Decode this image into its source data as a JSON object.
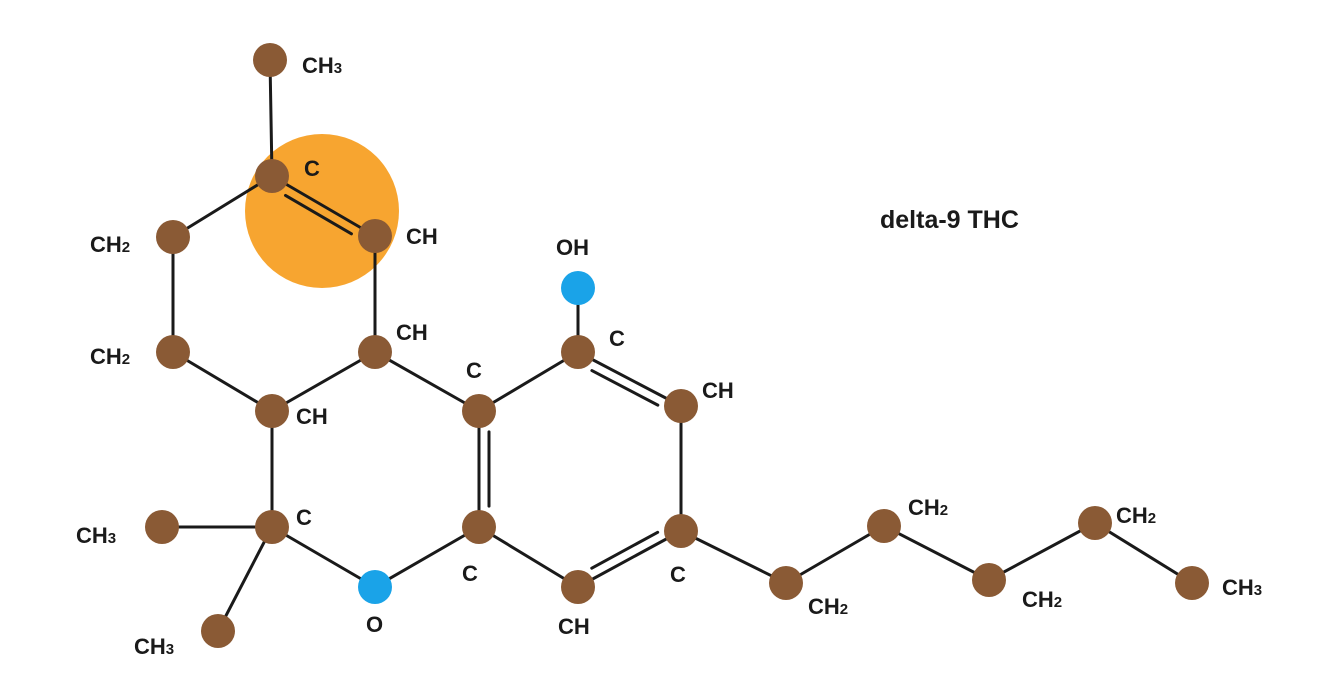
{
  "title": "delta-9 THC",
  "colors": {
    "carbon": "#8a5a35",
    "oxygen": "#1aa3e8",
    "highlight": "#f7a530",
    "bond": "#1a1a1a",
    "text": "#1a1a1a"
  },
  "atoms": [
    {
      "id": "a1",
      "element": "C",
      "label": "CH",
      "sub": "3"
    },
    {
      "id": "a2",
      "element": "C",
      "label": "C",
      "sub": ""
    },
    {
      "id": "a3",
      "element": "C",
      "label": "CH",
      "sub": ""
    },
    {
      "id": "a4",
      "element": "C",
      "label": "CH",
      "sub": "2"
    },
    {
      "id": "a5",
      "element": "C",
      "label": "CH",
      "sub": "2"
    },
    {
      "id": "a6",
      "element": "C",
      "label": "CH",
      "sub": ""
    },
    {
      "id": "a7",
      "element": "C",
      "label": "CH",
      "sub": ""
    },
    {
      "id": "a8",
      "element": "C",
      "label": "C",
      "sub": ""
    },
    {
      "id": "a9",
      "element": "C",
      "label": "CH",
      "sub": "3"
    },
    {
      "id": "a10",
      "element": "C",
      "label": "CH",
      "sub": "3"
    },
    {
      "id": "a11",
      "element": "O",
      "label": "O",
      "sub": ""
    },
    {
      "id": "a12",
      "element": "C",
      "label": "C",
      "sub": ""
    },
    {
      "id": "a13",
      "element": "C",
      "label": "C",
      "sub": ""
    },
    {
      "id": "a14",
      "element": "C",
      "label": "C",
      "sub": ""
    },
    {
      "id": "a15",
      "element": "O",
      "label": "OH",
      "sub": ""
    },
    {
      "id": "a16",
      "element": "C",
      "label": "CH",
      "sub": ""
    },
    {
      "id": "a17",
      "element": "C",
      "label": "C",
      "sub": ""
    },
    {
      "id": "a18",
      "element": "C",
      "label": "CH",
      "sub": ""
    },
    {
      "id": "a19",
      "element": "C",
      "label": "CH",
      "sub": "2"
    },
    {
      "id": "a20",
      "element": "C",
      "label": "CH",
      "sub": "2"
    },
    {
      "id": "a21",
      "element": "C",
      "label": "CH",
      "sub": "2"
    },
    {
      "id": "a22",
      "element": "C",
      "label": "CH",
      "sub": "2"
    },
    {
      "id": "a23",
      "element": "C",
      "label": "CH",
      "sub": "3"
    }
  ],
  "bonds": [
    {
      "from": "a1",
      "to": "a2",
      "order": 1
    },
    {
      "from": "a2",
      "to": "a3",
      "order": 2
    },
    {
      "from": "a2",
      "to": "a4",
      "order": 1
    },
    {
      "from": "a4",
      "to": "a5",
      "order": 1
    },
    {
      "from": "a5",
      "to": "a6",
      "order": 1
    },
    {
      "from": "a6",
      "to": "a7",
      "order": 1
    },
    {
      "from": "a7",
      "to": "a3",
      "order": 1
    },
    {
      "from": "a6",
      "to": "a8",
      "order": 1
    },
    {
      "from": "a8",
      "to": "a9",
      "order": 1
    },
    {
      "from": "a8",
      "to": "a10",
      "order": 1
    },
    {
      "from": "a8",
      "to": "a11",
      "order": 1
    },
    {
      "from": "a11",
      "to": "a12",
      "order": 1
    },
    {
      "from": "a12",
      "to": "a13",
      "order": 2
    },
    {
      "from": "a13",
      "to": "a7",
      "order": 1
    },
    {
      "from": "a13",
      "to": "a14",
      "order": 1
    },
    {
      "from": "a14",
      "to": "a15",
      "order": 1
    },
    {
      "from": "a14",
      "to": "a16",
      "order": 2
    },
    {
      "from": "a16",
      "to": "a17",
      "order": 1
    },
    {
      "from": "a17",
      "to": "a18",
      "order": 2
    },
    {
      "from": "a18",
      "to": "a12",
      "order": 1
    },
    {
      "from": "a17",
      "to": "a19",
      "order": 1
    },
    {
      "from": "a19",
      "to": "a20",
      "order": 1
    },
    {
      "from": "a20",
      "to": "a21",
      "order": 1
    },
    {
      "from": "a21",
      "to": "a22",
      "order": 1
    },
    {
      "from": "a22",
      "to": "a23",
      "order": 1
    }
  ],
  "highlighted_bond": {
    "from": "a2",
    "to": "a3"
  }
}
